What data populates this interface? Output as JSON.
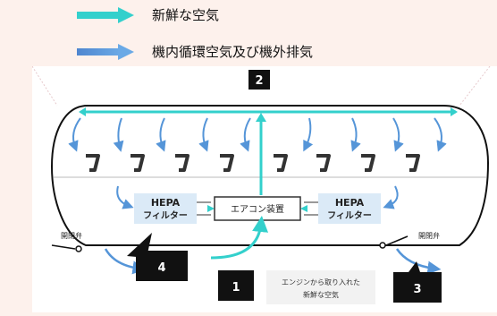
{
  "legend": {
    "items": [
      {
        "label": "新鮮な空気",
        "color": "#33d0cc"
      },
      {
        "label": "機内循環空気及び機外排気",
        "color": "#5595d8"
      }
    ]
  },
  "diagram": {
    "hepa_left_line1": "HEPA",
    "hepa_left_line2": "フィルター",
    "hepa_right_line1": "HEPA",
    "hepa_right_line2": "フィルター",
    "ac_unit": "エアコン装置",
    "valve_left": "開閉弁",
    "valve_right": "開閉弁",
    "engine_note_line1": "エンジンから取り入れた",
    "engine_note_line2": "新鮮な空気",
    "markers": [
      "1",
      "2",
      "3",
      "4"
    ],
    "colors": {
      "fresh": "#33d0cc",
      "recirc": "#5595d8",
      "filter_box": "#dbeaf7",
      "marker_bg": "#111111"
    }
  }
}
